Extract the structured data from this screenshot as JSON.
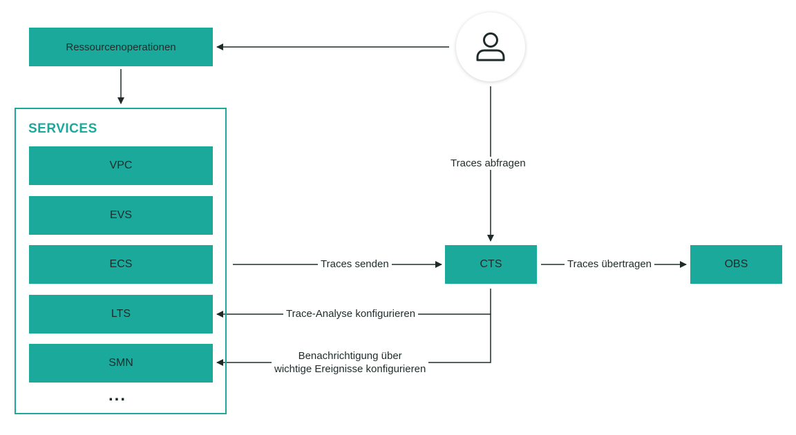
{
  "nodes": {
    "ressourcenoperationen": "Ressourcenoperationen",
    "services_title": "SERVICES",
    "vpc": "VPC",
    "evs": "EVS",
    "ecs": "ECS",
    "lts": "LTS",
    "smn": "SMN",
    "more": "...",
    "cts": "CTS",
    "obs": "OBS"
  },
  "edges": {
    "traces_abfragen": "Traces abfragen",
    "traces_senden": "Traces senden",
    "traces_uebertragen": "Traces übertragen",
    "trace_analyse": "Trace-Analyse konfigurieren",
    "benachrichtigung_1": "Benachrichtigung über",
    "benachrichtigung_2": "wichtige Ereignisse konfigurieren"
  },
  "colors": {
    "accent": "#1ba99b",
    "text": "#1e2b2a",
    "line": "#1e2b2a"
  },
  "icons": {
    "user": "user-icon"
  }
}
